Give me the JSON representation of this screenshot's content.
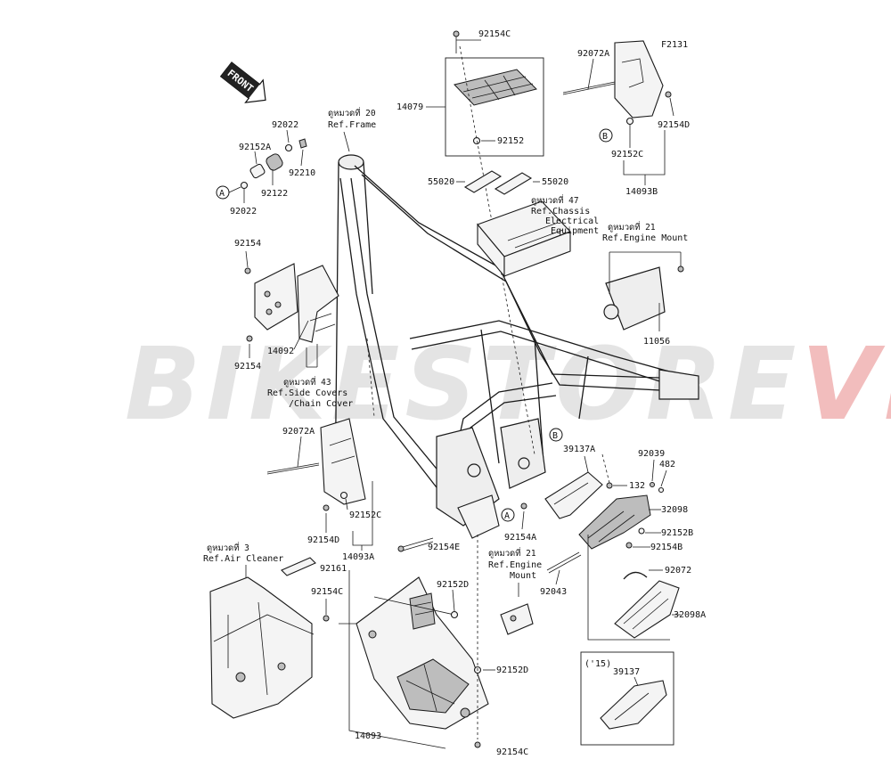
{
  "figure_code": "F2131",
  "front_badge": "FRONT",
  "watermark": {
    "main": "BIKESTORE",
    "suffix": "VN",
    "main_color": "#b0b0b0",
    "suffix_color": "#d93a3a"
  },
  "callout_markers": {
    "a": "A",
    "b": "B"
  },
  "references": {
    "frame": {
      "thai": "ดูหมวดที่ 20",
      "en": "Ref.Frame"
    },
    "chassis": {
      "thai": "ดูหมวดที่ 47",
      "line1": "Ref.Chassis",
      "line2": "Electrical",
      "line3": "Equipment"
    },
    "engine_mount_top": {
      "thai": "ดูหมวดที่ 21",
      "en": "Ref.Engine Mount"
    },
    "side_covers": {
      "thai": "ดูหมวดที่ 43",
      "line1": "Ref.Side Covers",
      "line2": "/Chain Cover"
    },
    "air_cleaner": {
      "thai": "ดูหมวดที่ 3",
      "en": "Ref.Air Cleaner"
    },
    "engine_mount_low": {
      "thai": "ดูหมวดที่ 21",
      "line1": "Ref.Engine",
      "line2": "Mount"
    }
  },
  "parts": {
    "p92154C_top": "92154C",
    "p14079": "14079",
    "p92152": "92152",
    "p55020_l": "55020",
    "p55020_r": "55020",
    "p92072A_top": "92072A",
    "p92154D_top": "92154D",
    "p92152C_top": "92152C",
    "p14093B": "14093B",
    "p11056": "11056",
    "p92022_top": "92022",
    "p92152A": "92152A",
    "p92210": "92210",
    "p92122": "92122",
    "p92022_bot": "92022",
    "p92154_top": "92154",
    "p14092": "14092",
    "p92154_bot": "92154",
    "p92072A_left": "92072A",
    "p92152C_left": "92152C",
    "p92154D_left": "92154D",
    "p14093A": "14093A",
    "p92154E": "92154E",
    "p92154A": "92154A",
    "p39137A": "39137A",
    "p132": "132",
    "p92039": "92039",
    "p482": "482",
    "p32098": "32098",
    "p92152B": "92152B",
    "p92154B": "92154B",
    "p92072": "92072",
    "p92043": "92043",
    "p32098A": "32098A",
    "p92161": "92161",
    "p92154C_mid": "92154C",
    "p92152D_top": "92152D",
    "p92152D_bot": "92152D",
    "p14093": "14093",
    "p92154C_bot": "92154C",
    "p39137": "39137",
    "variant_15": "('15)"
  }
}
